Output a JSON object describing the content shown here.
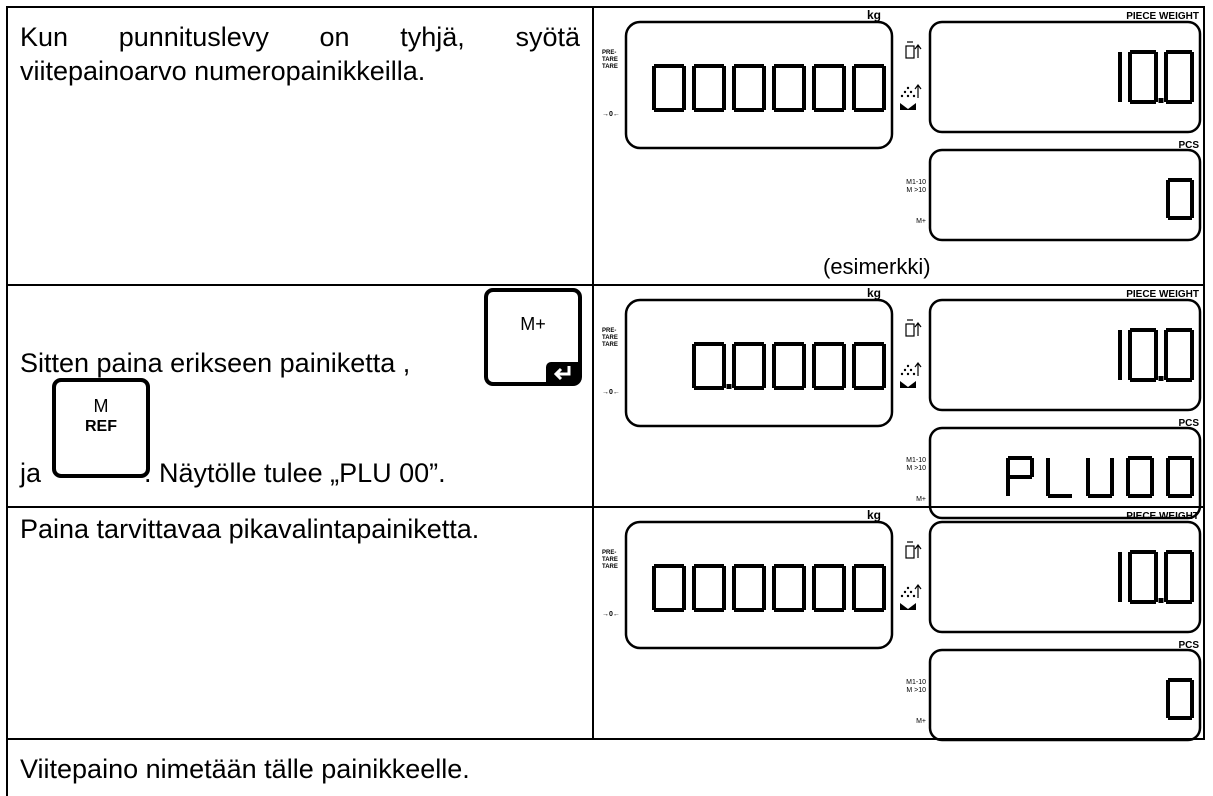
{
  "rows": [
    {
      "instruction": "Kun punnituslevy on tyhjä, syötä viitepainoarvo numeropainikkeilla.",
      "instruction_line1": "Kun punnituslevy on tyhjä, syötä",
      "instruction_line2": "viitepainoarvo numeropainikkeilla.",
      "display": {
        "weight_unit": "kg",
        "weight_value": "000000",
        "piece_weight_label": "PIECE WEIGHT",
        "piece_weight_value": "10.0",
        "pcs_label": "PCS",
        "pcs_value": "0",
        "left_labels": [
          "PRE-",
          "TARE",
          "TARE"
        ],
        "zero_label": "→0←",
        "mem_labels": [
          "M1-10",
          "M >10",
          "M+"
        ]
      },
      "caption": "(esimerkki)"
    },
    {
      "instruction_part1": "Sitten paina erikseen painiketta ,",
      "instruction_part2": "ja",
      "instruction_part3": ". Näytölle tulee „PLU 00”.",
      "key_mplus_label": "M+",
      "key_mref_label_top": "M",
      "key_mref_label_bottom": "REF",
      "display": {
        "weight_unit": "kg",
        "weight_value": "0.0000",
        "piece_weight_label": "PIECE WEIGHT",
        "piece_weight_value": "10.0",
        "pcs_label": "PCS",
        "pcs_value": "PLU00",
        "left_labels": [
          "PRE-",
          "TARE",
          "TARE"
        ],
        "zero_label": "→0←",
        "mem_labels": [
          "M1-10",
          "M >10",
          "M+"
        ]
      }
    },
    {
      "instruction": "Paina tarvittavaa pikavalintapainiketta.",
      "display": {
        "weight_unit": "kg",
        "weight_value": "000000",
        "piece_weight_label": "PIECE WEIGHT",
        "piece_weight_value": "10.0",
        "pcs_label": "PCS",
        "pcs_value": "0",
        "left_labels": [
          "PRE-",
          "TARE",
          "TARE"
        ],
        "zero_label": "→0←",
        "mem_labels": [
          "M1-10",
          "M >10",
          "M+"
        ]
      }
    }
  ],
  "footer_text": "Viitepaino nimetään tälle painikkeelle."
}
